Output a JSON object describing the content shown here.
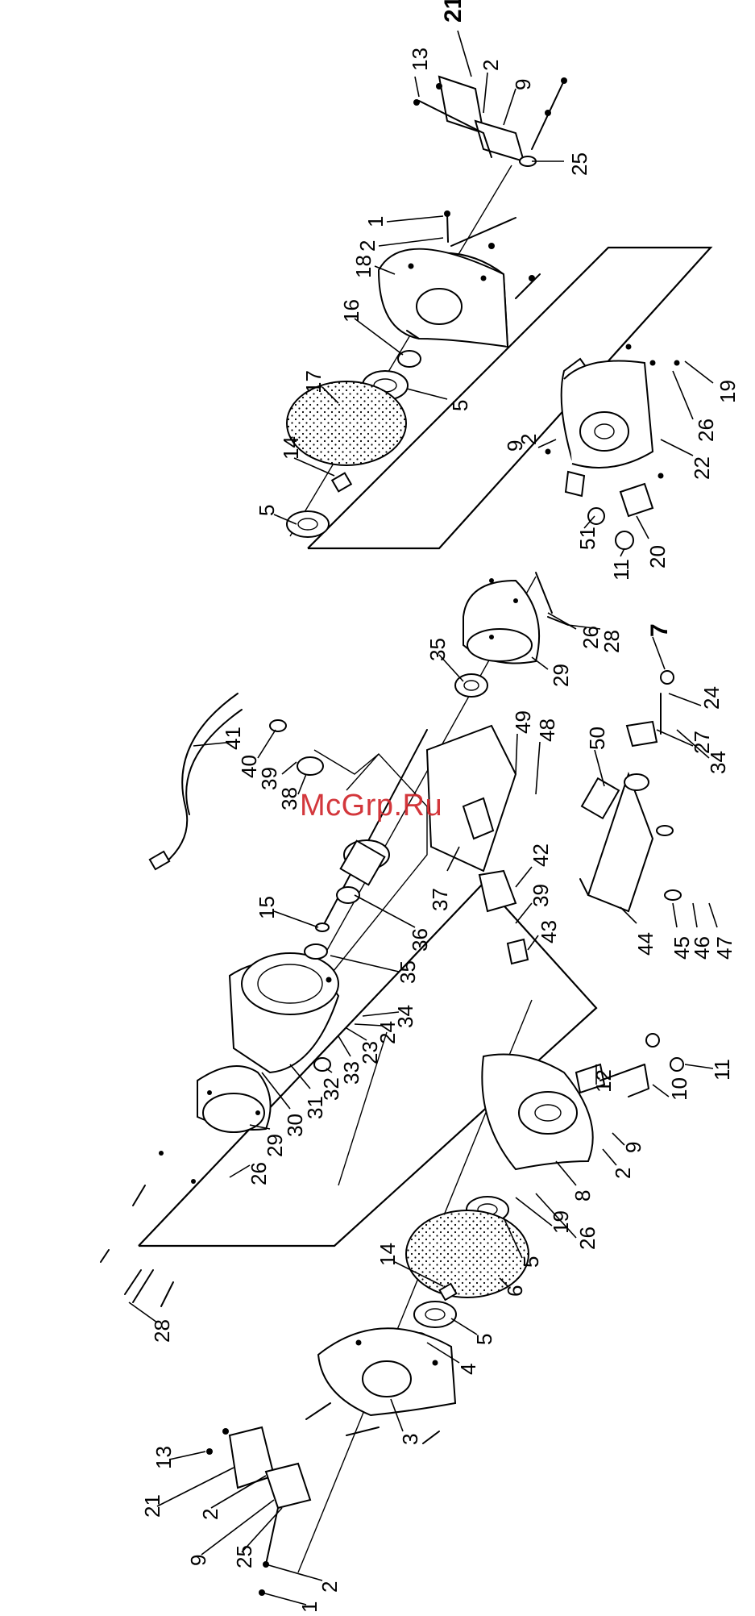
{
  "watermark": {
    "text": "McGrp.Ru",
    "color": "#d0272c"
  },
  "callouts": [
    "1",
    "2",
    "3",
    "4",
    "5",
    "6",
    "7",
    "8",
    "9",
    "10",
    "11",
    "12",
    "13",
    "14",
    "15",
    "16",
    "17",
    "18",
    "19",
    "20",
    "21",
    "22",
    "23",
    "24",
    "25",
    "26",
    "27",
    "28",
    "29",
    "30",
    "31",
    "32",
    "33",
    "34",
    "35",
    "36",
    "37",
    "38",
    "39",
    "40",
    "41",
    "42",
    "43",
    "44",
    "45",
    "46",
    "47",
    "48",
    "49",
    "50",
    "51"
  ]
}
